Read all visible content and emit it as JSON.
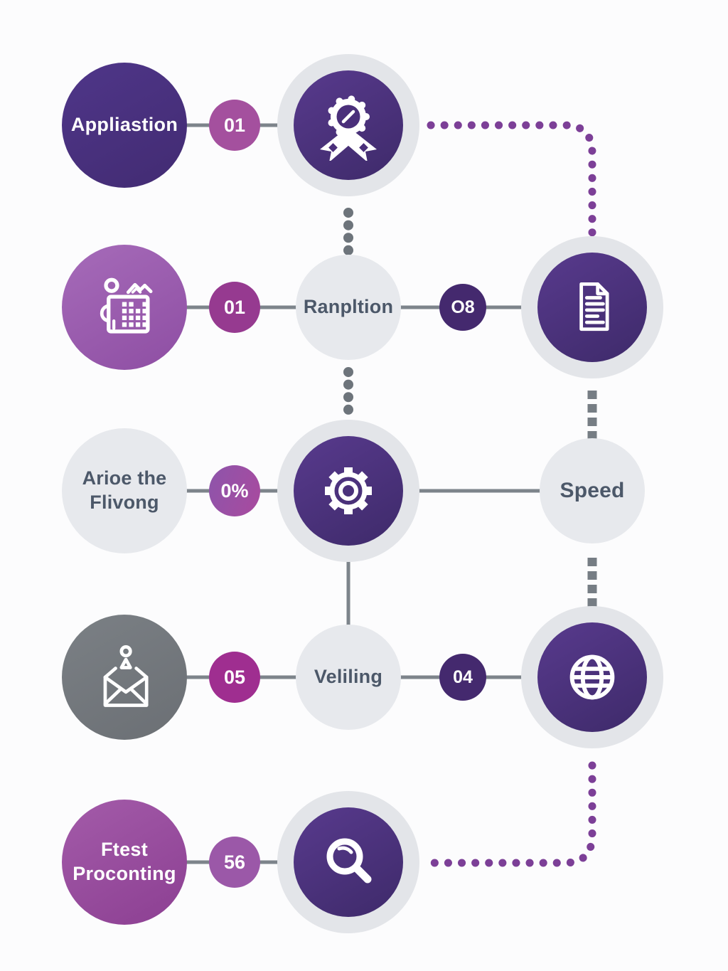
{
  "canvas": {
    "background": "#fcfcfd"
  },
  "colors": {
    "deep_purple_node": "#452d78",
    "medium_purple_node": "#9c63b3",
    "gray_label_node": "#e7e9ed",
    "gray_icon_node": "#73777c",
    "icon_ring_gray": "#e3e5e9",
    "icon_inner_purple": "#4a2f7a",
    "badge_magenta": "#a4509e",
    "badge_dark_magenta": "#963a90",
    "badge_deep_indigo": "#44296e",
    "badge_lilac": "#9b58a8",
    "connector_gray": "#7d848b",
    "dot_gray": "#6d747b",
    "dash_gray": "#767d84",
    "dot_purple": "#7c3f97",
    "text_slate": "#4c5869",
    "text_white": "#ffffff"
  },
  "icons": {
    "row1_center": "award-ribbon-icon",
    "row2_left": "photo-board-icon",
    "row2_right": "document-icon",
    "row3_center": "gear-icon",
    "row4_left": "envelope-pin-icon",
    "row4_right": "globe-icon",
    "row5_center": "magnifier-icon"
  },
  "rows": [
    {
      "left_label": "Appliastion",
      "badge": "01"
    },
    {
      "badge": "01",
      "center_label": "Ranpltion",
      "badge2": "O8"
    },
    {
      "left_label_line1": "Arioe the",
      "left_label_line2": "Flivong",
      "badge": "0%",
      "right_label": "Speed"
    },
    {
      "badge": "05",
      "center_label": "Veliling",
      "badge2": "04"
    },
    {
      "left_label_line1": "Ftest",
      "left_label_line2": "Proconting",
      "badge": "56"
    }
  ]
}
